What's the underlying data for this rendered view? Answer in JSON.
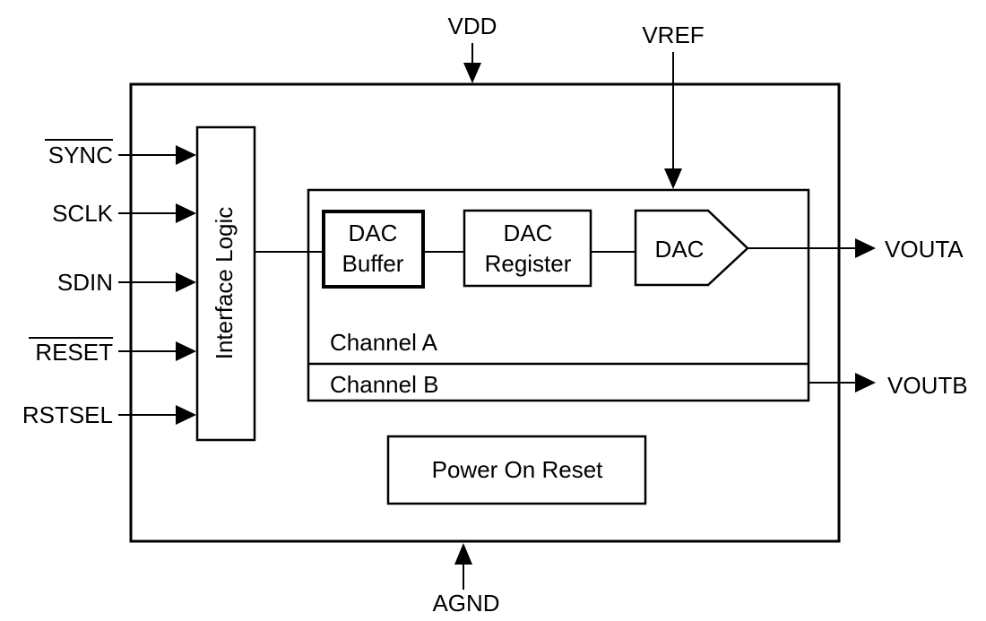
{
  "pins": {
    "top": {
      "vdd": "VDD",
      "vref": "VREF"
    },
    "bottom": {
      "agnd": "AGND"
    },
    "left": [
      "SYNC",
      "SCLK",
      "SDIN",
      "RESET",
      "RSTSEL"
    ],
    "right": {
      "vouta": "VOUTA",
      "voutb": "VOUTB"
    }
  },
  "blocks": {
    "interface_logic": "Interface Logic",
    "dac_buffer": [
      "DAC",
      "Buffer"
    ],
    "dac_register": [
      "DAC",
      "Register"
    ],
    "dac": "DAC",
    "channel_a": "Channel A",
    "channel_b": "Channel B",
    "power_on_reset": "Power On Reset"
  }
}
